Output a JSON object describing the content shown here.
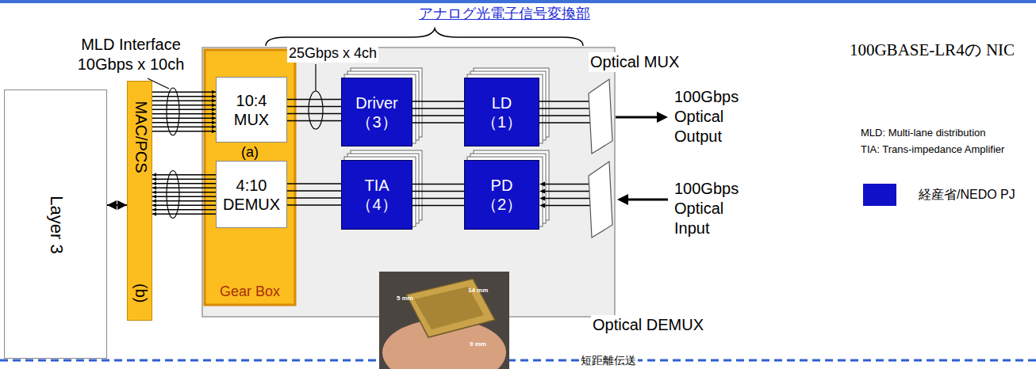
{
  "diagram": {
    "title": "100GBASE-LR4の NIC",
    "nodes": [
      {
        "text": [
          "Layer 3"
        ]
      },
      {
        "text": [
          "MAC/PCS",
          "(b)"
        ]
      },
      {
        "text": [
          "Gear Box"
        ]
      },
      {
        "text": [
          "10:4 MUX"
        ],
        "in": 2
      },
      {
        "text": [
          "4:10 DEMUX"
        ],
        "in": 2
      },
      {
        "text": [
          "Driver （3）"
        ]
      },
      {
        "text": [
          "LD （1）"
        ]
      },
      {
        "text": [
          "TIA （4）"
        ]
      },
      {
        "text": [
          "PD （2）"
        ]
      }
    ],
    "edges": [
      {
        "from": 0,
        "to": 1,
        "arrow": "both"
      },
      {
        "from": 1,
        "to": 3,
        "arrow": "to"
      },
      {
        "from": 4,
        "to": 1,
        "arrow": "to"
      },
      {
        "from": 3,
        "to": 5,
        "arrow": "none"
      },
      {
        "from": 5,
        "to": 6,
        "arrow": "none"
      },
      {
        "from": 8,
        "to": 7,
        "arrow": "none"
      },
      {
        "from": 7,
        "to": 4,
        "arrow": "none"
      }
    ],
    "labels": [
      "アナログ光電子信号変換部",
      "MLD Interface 10Gbps x 10ch",
      "25Gbps x 4ch",
      "Optical MUX",
      "100Gbps Optical Output",
      "100Gbps Optical Input",
      "Optical DEMUX",
      "MLD: Multi-lane distribution",
      "TIA: Trans-impedance Amplifier",
      "(a)",
      "5 mm",
      "14 mm",
      "9 mm",
      "短距離伝送"
    ],
    "legend": [
      {
        "text": "経産省/NEDO PJ",
        "color": "#1010c8"
      }
    ]
  }
}
